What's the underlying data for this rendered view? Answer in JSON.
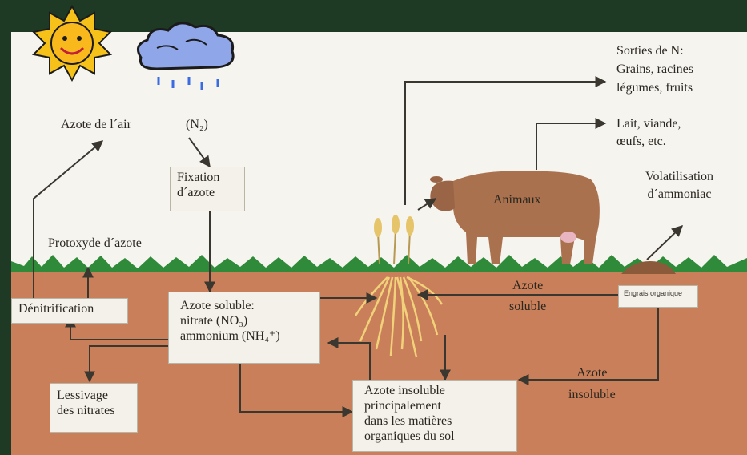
{
  "labels": {
    "air_nitrogen": "Azote de l´air",
    "n2_formula": "(N₂)",
    "fixation": "Fixation\nd´azote",
    "protoxyde": "Protoxyde d´azote",
    "denitrification": "Dénitrification",
    "soluble_title": "Azote soluble:",
    "nitrate": "nitrate (NO₃)",
    "ammonium": "ammonium (NH₄⁺)",
    "lessivage": "Lessivage\ndes nitrates",
    "insoluble_box": "Azote insoluble\nprincipalement\ndans les matières\norganiques du sol",
    "sorties": "Sorties de N:\nGrains, racines\nlégumes, fruits",
    "lait": "Lait, viande,\nœufs, etc.",
    "animaux": "Animaux",
    "volatilisation": "Volatilisation\nd´ammoniac",
    "azote_soluble_arrow": "Azote\nsoluble",
    "azote_insoluble_arrow": "Azote\ninsoluble",
    "engrais": "Engrais organique"
  },
  "colors": {
    "frame": "#1f3a24",
    "sky": "#f6f4ef",
    "soil": "#c9805a",
    "grass": "#2f8a3a",
    "box_fill": "#f3f1ea",
    "arrow": "#3a3630",
    "sun": "#f6c21a",
    "cloud": "#8fa6e8"
  },
  "icons": [
    "sun-icon",
    "rain-cloud-icon",
    "cow-icon",
    "wheat-icon",
    "roots-icon",
    "manure-pile-icon"
  ]
}
